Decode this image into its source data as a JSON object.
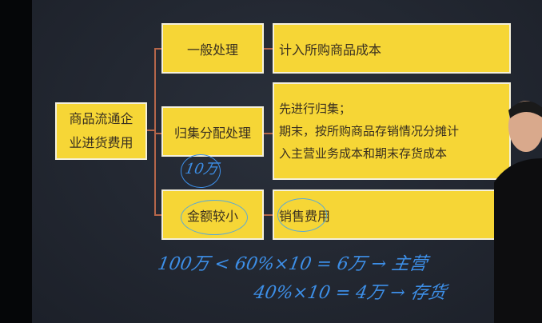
{
  "diagram": {
    "root": "商品流通企业进货费用",
    "root_line1": "商品流通企",
    "root_line2": "业进货费用",
    "branches": [
      {
        "label": "一般处理",
        "result": "计入所购商品成本"
      },
      {
        "label": "归集分配处理",
        "result_lines": [
          "先进行归集；",
          "期末，按所购商品存销情况分摊计",
          "入主营业务成本和期末存货成本"
        ]
      },
      {
        "label": "金额较小",
        "result": "销售费用"
      }
    ]
  },
  "annotations": {
    "circle_note": "10万",
    "line1": "100万 < 60%×10 = 6万 → 主营",
    "line2": "40%×10 = 4万 → 存货"
  },
  "colors": {
    "box": "#f6d636",
    "ink": "#3d8fe8",
    "background": "#222731"
  }
}
